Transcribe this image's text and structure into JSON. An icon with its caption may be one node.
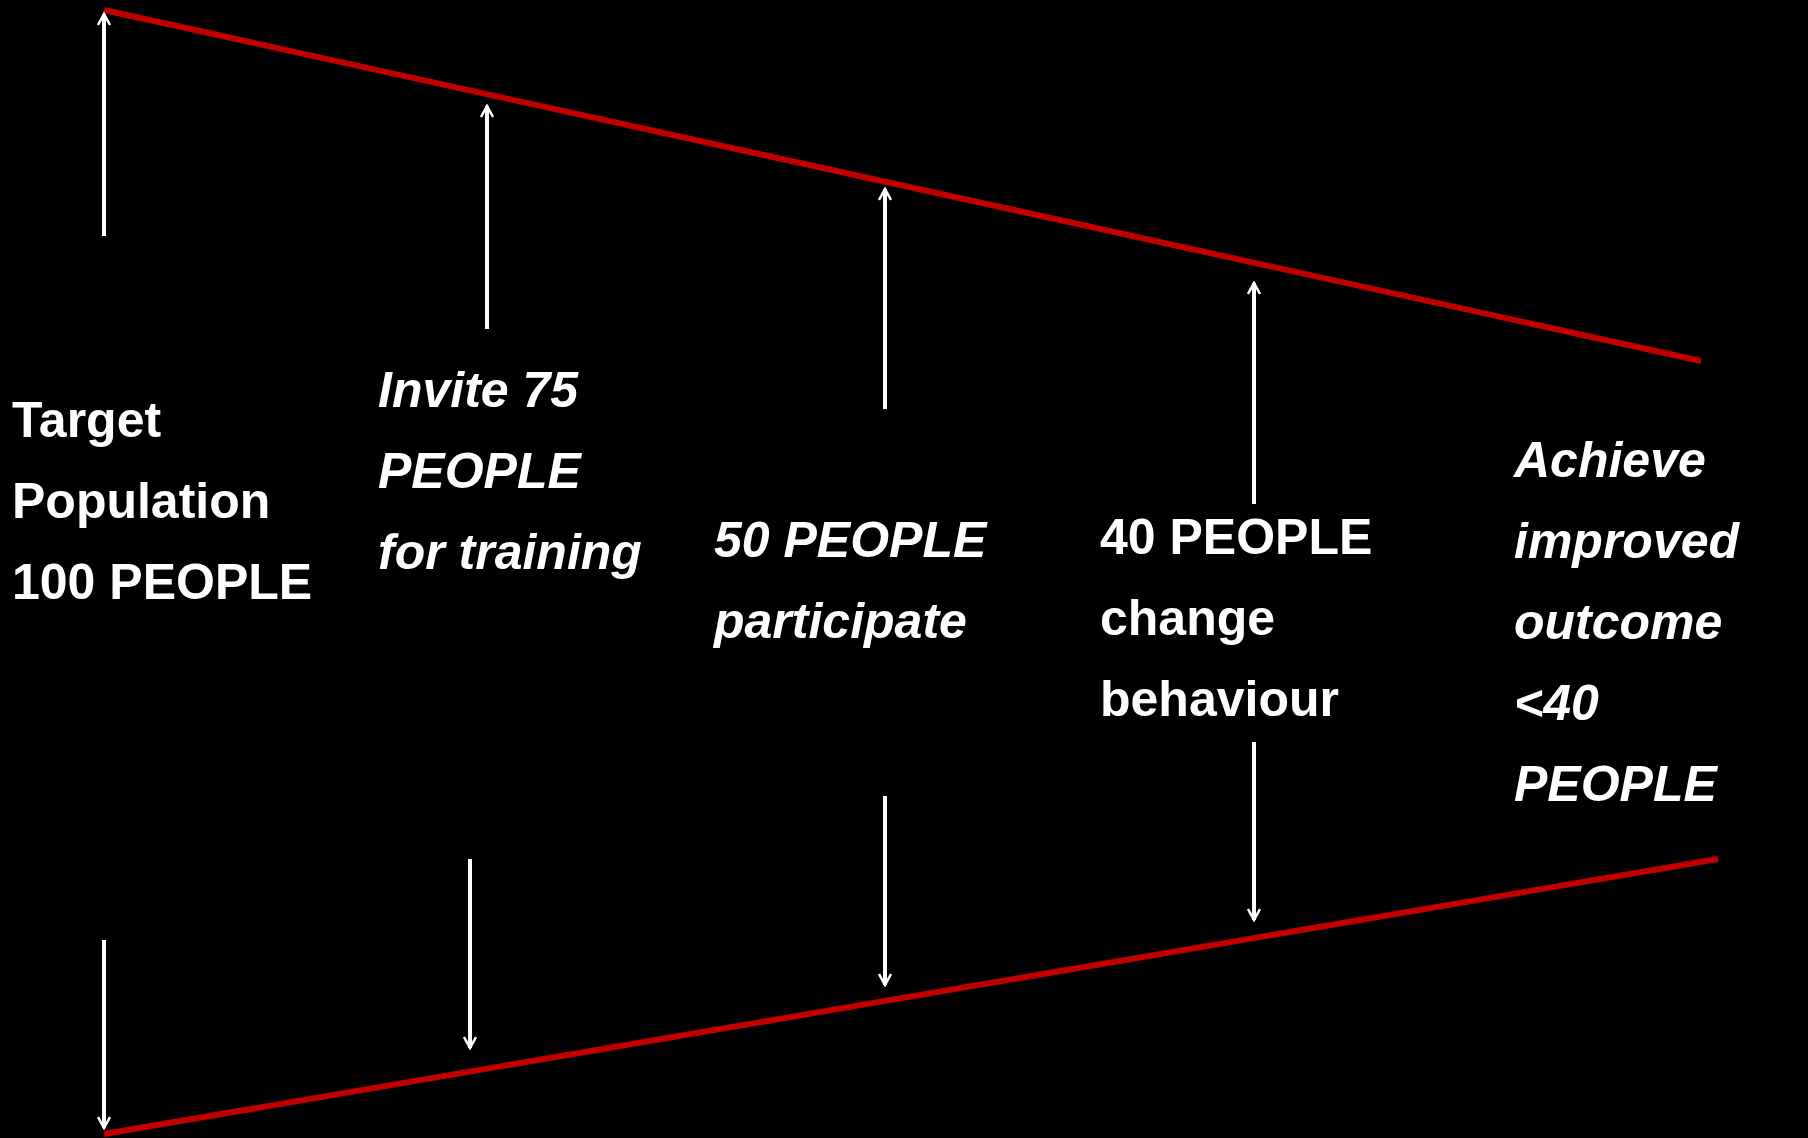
{
  "diagram": {
    "labels": [
      "Target Population 100 PEOPLE",
      "Invite 75 PEOPLE for training",
      "50 PEOPLE participate",
      "40 PEOPLE change behaviour",
      "Achieve improved outcome <40 PEOPLE"
    ]
  }
}
